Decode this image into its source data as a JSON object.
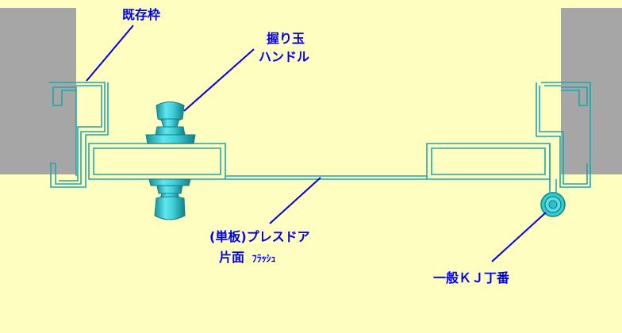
{
  "labels": {
    "existing_frame": "既存枠",
    "handle_line1": "握り玉",
    "handle_line2": "ハンドル",
    "door_line1": "(単板)プレスドア",
    "door_line2_main": "片面",
    "door_line2_small": "ﾌﾗｯｼｭ",
    "hinge": "一般ＫＪ丁番"
  },
  "colors": {
    "background": "#fefec0",
    "wall": "#a6a6a6",
    "profile": "#33cccc",
    "leader": "#0000ee",
    "text": "#0000ee"
  }
}
